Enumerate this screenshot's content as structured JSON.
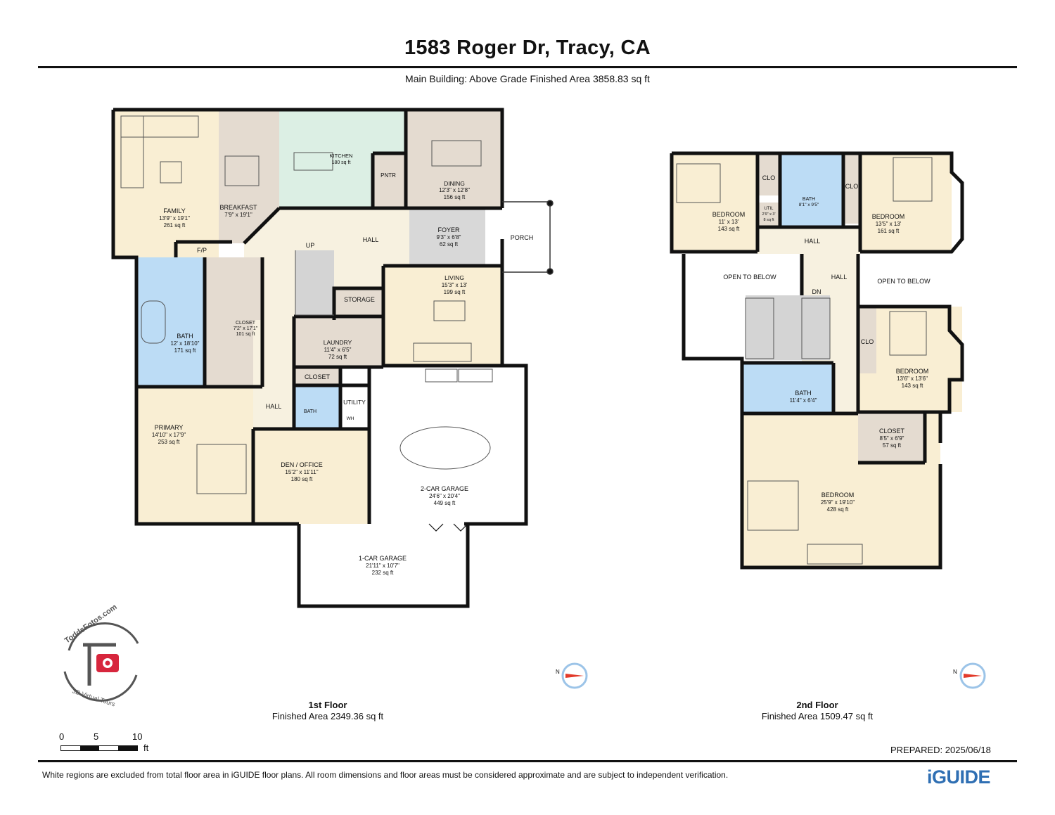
{
  "header": {
    "title": "1583 Roger Dr, Tracy, CA",
    "subtitle": "Main Building: Above Grade Finished Area 3858.83 sq ft"
  },
  "floor1": {
    "caption": "1st Floor",
    "area": "Finished Area 2349.36 sq ft",
    "rooms": {
      "family": {
        "name": "FAMILY",
        "dims": "13'9\" x 19'1\"",
        "area": "261 sq ft"
      },
      "breakfast": {
        "name": "BREAKFAST",
        "dims": "7'9\" x 19'1\""
      },
      "kitchen": {
        "name": "KITCHEN",
        "area": "180 sq ft"
      },
      "pntr": {
        "name": "PNTR"
      },
      "dining": {
        "name": "DINING",
        "dims": "12'3\" x 12'8\"",
        "area": "156 sq ft"
      },
      "foyer": {
        "name": "FOYER",
        "dims": "9'3\" x 6'8\"",
        "area": "62 sq ft"
      },
      "porch": {
        "name": "PORCH"
      },
      "hall_top": {
        "name": "HALL"
      },
      "up": {
        "name": "UP"
      },
      "fp": {
        "name": "F/P"
      },
      "storage": {
        "name": "STORAGE"
      },
      "living": {
        "name": "LIVING",
        "dims": "15'3\" x 13'",
        "area": "199 sq ft"
      },
      "bath": {
        "name": "BATH",
        "dims": "12' x 18'10\"",
        "area": "171 sq ft"
      },
      "closet": {
        "name": "CLOSET",
        "dims": "7'2\" x 17'1\"",
        "area": "101 sq ft"
      },
      "laundry": {
        "name": "LAUNDRY",
        "dims": "11'4\" x 6'5\"",
        "area": "72 sq ft"
      },
      "closet_small": {
        "name": "CLOSET"
      },
      "hall_mid": {
        "name": "HALL"
      },
      "bath_small": {
        "name": "BATH"
      },
      "utility": {
        "name": "UTILITY"
      },
      "wh": {
        "name": "WH"
      },
      "primary": {
        "name": "PRIMARY",
        "dims": "14'10\" x 17'9\"",
        "area": "253 sq ft"
      },
      "den": {
        "name": "DEN / OFFICE",
        "dims": "15'2\" x 11'11\"",
        "area": "180 sq ft"
      },
      "garage2": {
        "name": "2-CAR GARAGE",
        "dims": "24'6\" x 20'4\"",
        "area": "449 sq ft"
      },
      "garage1": {
        "name": "1-CAR GARAGE",
        "dims": "21'11\" x 10'7\"",
        "area": "232 sq ft"
      }
    }
  },
  "floor2": {
    "caption": "2nd Floor",
    "area": "Finished Area 1509.47 sq ft",
    "rooms": {
      "bed_nw": {
        "name": "BEDROOM",
        "dims": "11' x 13'",
        "area": "143 sq ft"
      },
      "clo_1": {
        "name": "CLO"
      },
      "bath_top": {
        "name": "BATH",
        "dims": "8'1\" x 9'5\""
      },
      "utility_small": {
        "name": "UTIL",
        "dims": "2'9\" x 3'",
        "area": "8 sq ft"
      },
      "clo_2": {
        "name": "CLO"
      },
      "bed_ne": {
        "name": "BEDROOM",
        "dims": "13'5\" x 13'",
        "area": "161 sq ft"
      },
      "hall_upper": {
        "name": "HALL"
      },
      "open_left": {
        "name": "OPEN TO BELOW"
      },
      "hall_center": {
        "name": "HALL"
      },
      "dn": {
        "name": "DN"
      },
      "open_right": {
        "name": "OPEN TO BELOW"
      },
      "clo_3": {
        "name": "CLO"
      },
      "bed_e": {
        "name": "BEDROOM",
        "dims": "13'6\" x 13'6\"",
        "area": "143 sq ft"
      },
      "bath_mid": {
        "name": "BATH",
        "dims": "11'4\" x 6'4\""
      },
      "closet": {
        "name": "CLOSET",
        "dims": "8'5\" x 6'9\"",
        "area": "57 sq ft"
      },
      "bed_main": {
        "name": "BEDROOM",
        "dims": "25'9\" x 19'10\"",
        "area": "428 sq ft"
      }
    }
  },
  "logo": {
    "text_top": "ToddsFotos.com",
    "text_bottom": "3D Virtual Tours"
  },
  "compass_label": "N",
  "scale": {
    "ticks": [
      "0",
      "5",
      "10"
    ],
    "unit": "ft"
  },
  "footer": {
    "prepared": "PREPARED: 2025/06/18",
    "disclaimer": "White regions are excluded from total floor area in iGUIDE floor plans. All room dimensions and floor areas must be considered approximate and are subject to independent verification.",
    "brand": "iGUIDE"
  },
  "colors": {
    "living_area": "#f9eed3",
    "bath": "#bcdcf5",
    "closet": "#e4dbd0",
    "kitchen": "#dcefe4",
    "foyer": "#d8d8d8",
    "hall": "#f7f1e0",
    "wall": "#111111",
    "window": "#3d8fd6"
  }
}
